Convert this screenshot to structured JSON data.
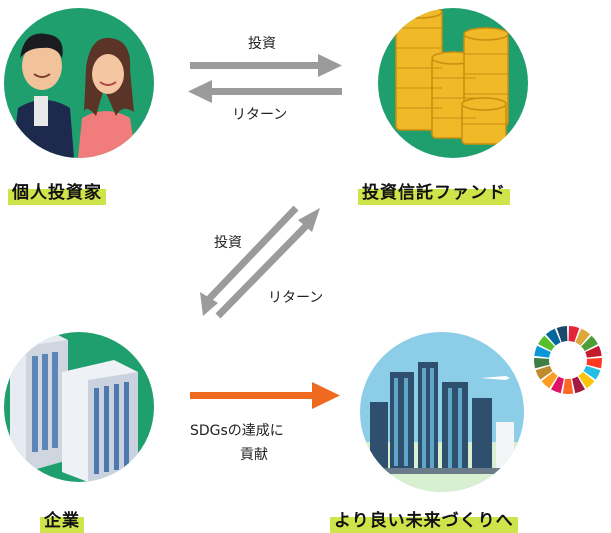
{
  "nodes": {
    "investor": "個人投資家",
    "fund": "投資信託ファンド",
    "company": "企業",
    "future": "より良い未来づくりへ"
  },
  "flows": {
    "top_invest": "投資",
    "top_return": "リターン",
    "diag_invest": "投資",
    "diag_return": "リターン",
    "sdgs_line1": "SDGsの達成に",
    "sdgs_line2": "貢献"
  },
  "colors": {
    "circle_green": "#1f9f6e",
    "arrow_gray": "#9b9b9b",
    "arrow_orange": "#ef6a1f",
    "label_highlight": "#cfe44a"
  }
}
